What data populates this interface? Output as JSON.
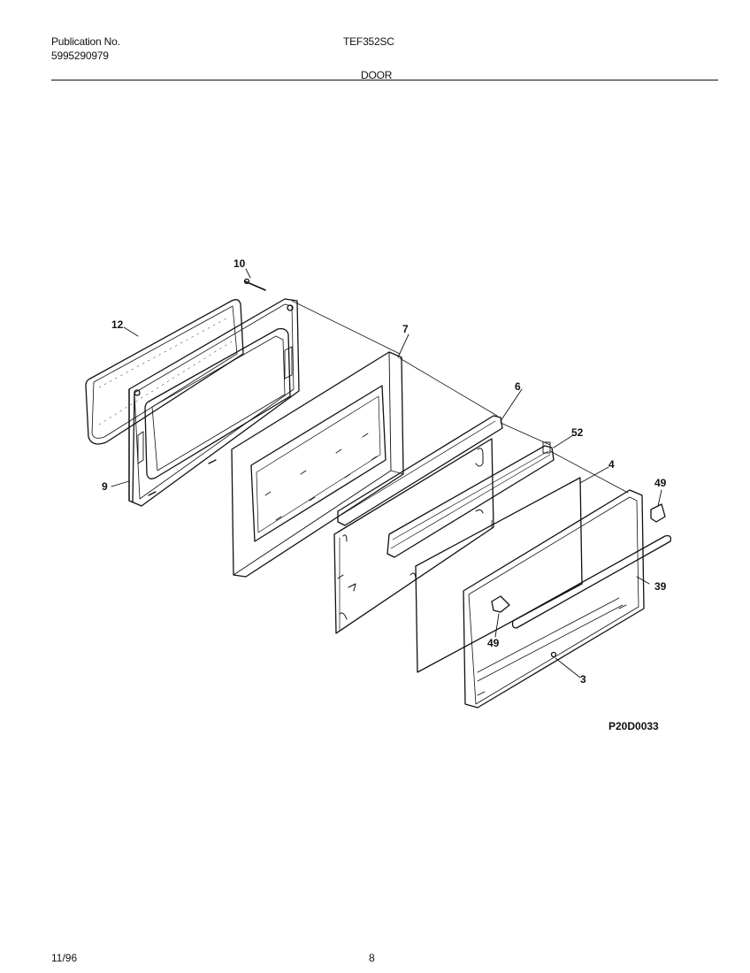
{
  "header": {
    "publication_label": "Publication No.",
    "publication_number": "5995290979",
    "model": "TEF352SC",
    "section": "DOOR"
  },
  "callouts": [
    "10",
    "12",
    "7",
    "9",
    "6",
    "52",
    "4",
    "49",
    "39",
    "49",
    "3"
  ],
  "drawing_code": "P20D0033",
  "footer": {
    "date": "11/96",
    "page": "8"
  }
}
